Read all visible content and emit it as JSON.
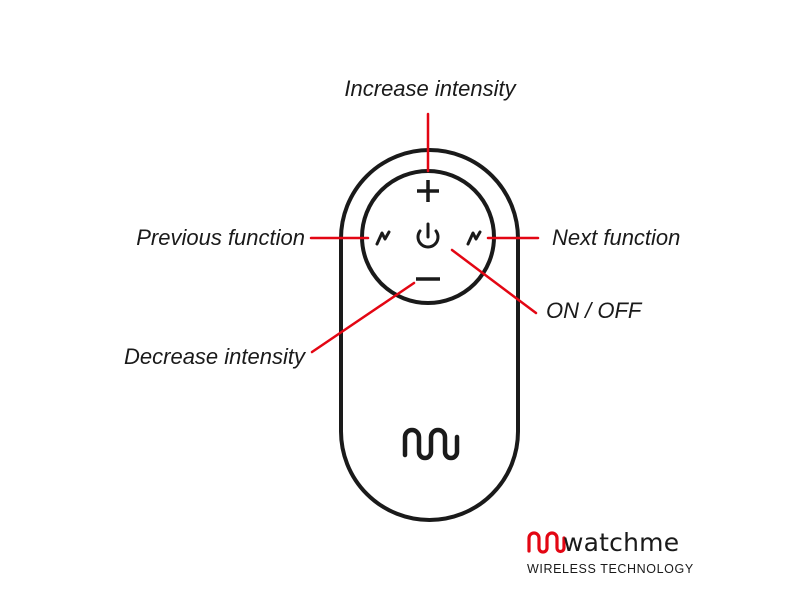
{
  "labels": {
    "increase": "Increase intensity",
    "previous": "Previous function",
    "next": "Next function",
    "on_off": "ON / OFF",
    "decrease": "Decrease intensity"
  },
  "brand": {
    "name": "watchme",
    "tagline": "WIRELESS TECHNOLOGY"
  },
  "colors": {
    "leader_line": "#e30613",
    "outline": "#1a1a1a",
    "logo_red": "#e30613"
  },
  "icons": {
    "plus": "plus-icon",
    "minus": "minus-icon",
    "power": "power-icon",
    "previous": "lightning-icon",
    "next": "lightning-icon"
  }
}
